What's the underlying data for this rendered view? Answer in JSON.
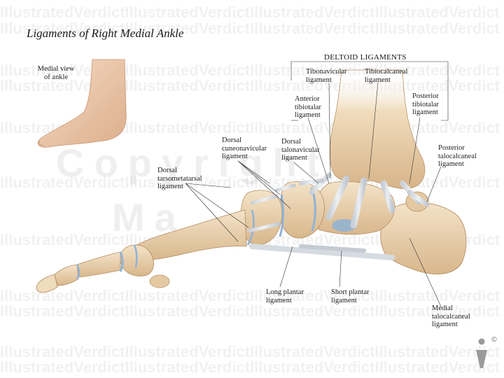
{
  "title": "Ligaments of Right Medial Ankle",
  "watermark_text": "IllustratedVerdictIllustratedVerdictIllustratedVerdictIllustratedVerdict",
  "watermark_big": [
    "Copyright",
    "Ma"
  ],
  "inset_label": [
    "Medial view",
    "of ankle"
  ],
  "group_header": "DELTOID LIGAMENTS",
  "labels": {
    "tibonavicular": [
      "Tibonavicular",
      "ligament"
    ],
    "tibiocalcaneal": [
      "Tibiocalcaneal",
      "ligament"
    ],
    "anterior_tibiotalar": [
      "Anterior",
      "tibiotalar",
      "ligament"
    ],
    "posterior_tibiotalar": [
      "Posterior",
      "tibiotalar",
      "ligament"
    ],
    "dorsal_cuneonavicular": [
      "Dorsal",
      "cuneonavicular",
      "ligament"
    ],
    "dorsal_talonavicular": [
      "Dorsal",
      "talonavicular",
      "ligament"
    ],
    "posterior_talocalcaneal": [
      "Posterior",
      "talocalcaneal",
      "ligament"
    ],
    "dorsal_tarsometatarsal": [
      "Dorsal",
      "tarsometatarsal",
      "ligament"
    ],
    "long_plantar": [
      "Long plantar",
      "ligament"
    ],
    "short_plantar": [
      "Short plantar",
      "ligament"
    ],
    "medial_talocalcaneal": [
      "Medial",
      "talocalcaneal",
      "ligament"
    ]
  },
  "copyright_symbol": "©",
  "colors": {
    "bone": "#e9d2b0",
    "bone_shade": "#c9a57a",
    "ligament": "#d8dde2",
    "cartilage": "#8fb3d6",
    "skin": "#f0cfb3"
  }
}
